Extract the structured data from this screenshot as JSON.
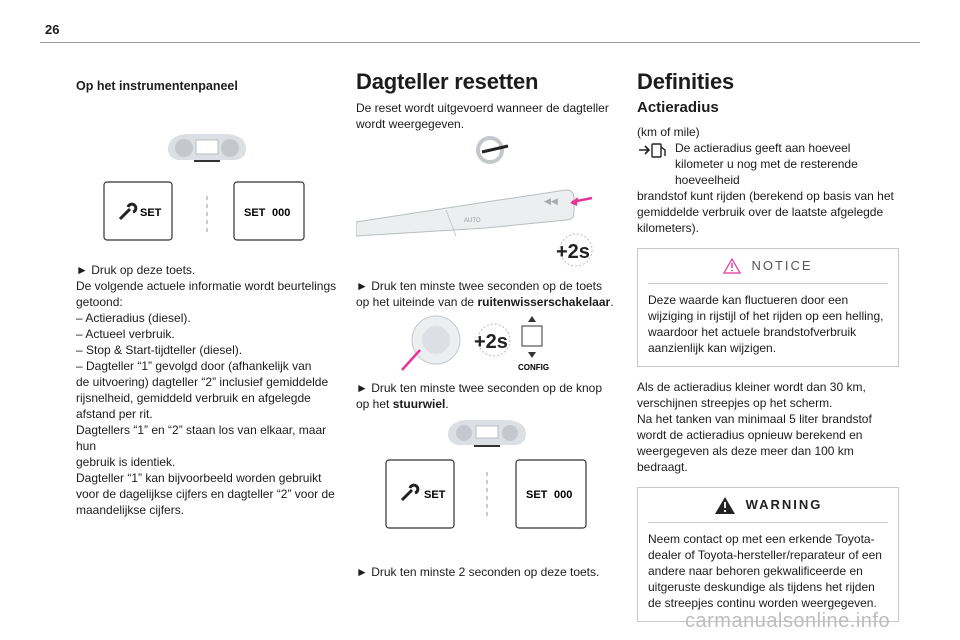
{
  "page_number": "26",
  "col1": {
    "heading": "Op het instrumentenpaneel",
    "set_label": "SET",
    "set000_label": "SET",
    "zeros": "000",
    "bullet": "► Druk op deze toets.",
    "lines": [
      "De volgende actuele informatie wordt beurtelings",
      "getoond:",
      "– Actieradius (diesel).",
      "– Actueel verbruik.",
      "– Stop & Start-tijdteller (diesel).",
      "– Dagteller “1” gevolgd door (afhankelijk van",
      "de uitvoering) dagteller “2” inclusief gemiddelde",
      "rijsnelheid, gemiddeld verbruik en afgelegde",
      "afstand per rit.",
      "Dagtellers “1” en “2” staan los van elkaar, maar hun",
      "gebruik is identiek.",
      "Dagteller “1” kan bijvoorbeeld worden gebruikt",
      "voor de dagelijkse cijfers en dagteller “2” voor de",
      "maandelijkse cijfers."
    ]
  },
  "col2": {
    "title": "Dagteller resetten",
    "intro": "De reset wordt uitgevoerd wanneer de dagteller wordt weergegeven.",
    "badge_2s": "+2s",
    "bullet1_a": "► Druk ten minste twee seconden op de toets op het uiteinde van de ",
    "bullet1_b": "ruitenwisserschakelaar",
    "bullet1_c": ".",
    "config_label": "CONFIG",
    "bullet2_a": "► Druk ten minste twee seconden op de knop op het ",
    "bullet2_b": "stuurwiel",
    "bullet2_c": ".",
    "bullet3": "► Druk ten minste 2 seconden op deze toets."
  },
  "col3": {
    "title": "Definities",
    "sub": "Actieradius",
    "unit": "(km of mile)",
    "desc1": "De actieradius geeft aan hoeveel kilometer u nog met de resterende hoeveelheid",
    "desc2": "brandstof kunt rijden (berekend op basis van het gemiddelde verbruik over de laatste afgelegde kilometers).",
    "notice_label": "NOTICE",
    "notice_text": "Deze waarde kan fluctueren door een wijziging in rijstijl of het rijden op een helling, waardoor het actuele brandstofverbruik aanzienlijk kan wijzigen.",
    "para1": "Als de actieradius kleiner wordt dan 30 km, verschijnen streepjes op het scherm.",
    "para2": "Na het tanken van minimaal 5 liter brandstof wordt de actieradius opnieuw berekend en weergegeven als deze meer dan 100 km bedraagt.",
    "warning_label": "WARNING",
    "warning_text": "Neem contact op met een erkende Toyota-dealer of Toyota-hersteller/reparateur of een andere naar behoren gekwalificeerde en uitgeruste deskundige als tijdens het rijden de streepjes continu worden weergegeven."
  },
  "watermark": "carmanualsonline.info",
  "colors": {
    "accent": "#e8339a",
    "text": "#1c1c1c",
    "border": "#c9c9c9"
  }
}
